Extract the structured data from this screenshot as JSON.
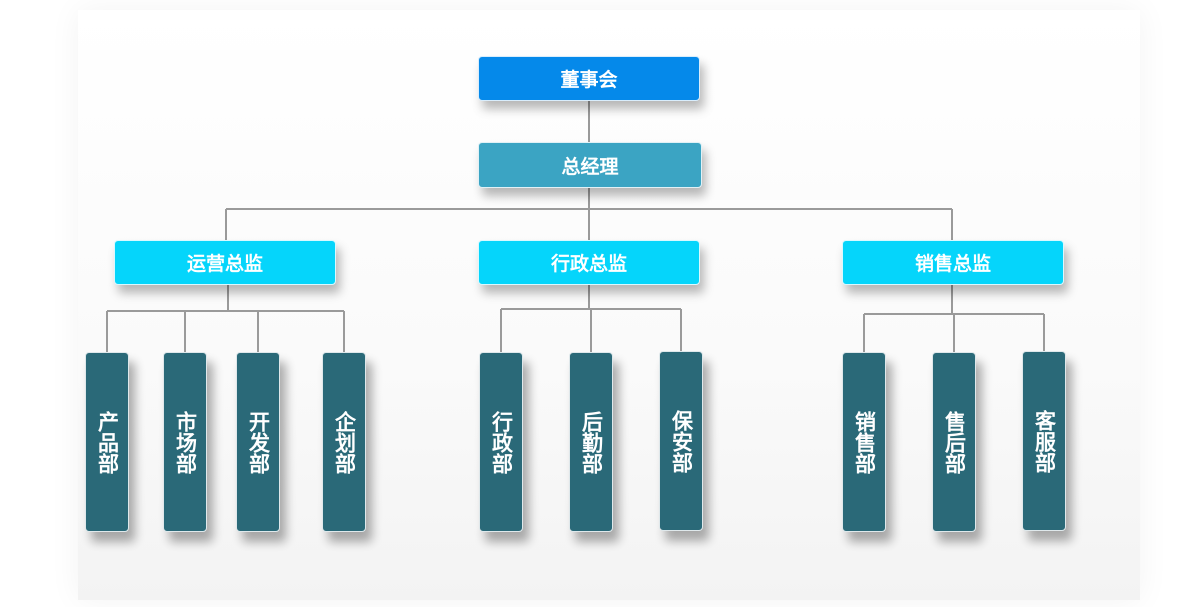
{
  "chart": {
    "root": {
      "label": "董事会"
    },
    "general_manager": {
      "label": "总经理"
    },
    "directors": [
      {
        "label": "运营总监",
        "departments": [
          "产品部",
          "市场部",
          "开发部",
          "企划部"
        ]
      },
      {
        "label": "行政总监",
        "departments": [
          "行政部",
          "后勤部",
          "保安部"
        ]
      },
      {
        "label": "销售总监",
        "departments": [
          "销售部",
          "售后部",
          "客服部"
        ]
      }
    ]
  },
  "colors": {
    "root": "#0589ea",
    "general_manager": "#3ba4c3",
    "director": "#05d5fb",
    "department": "#2a6978",
    "connector": "#9a9a9a"
  }
}
